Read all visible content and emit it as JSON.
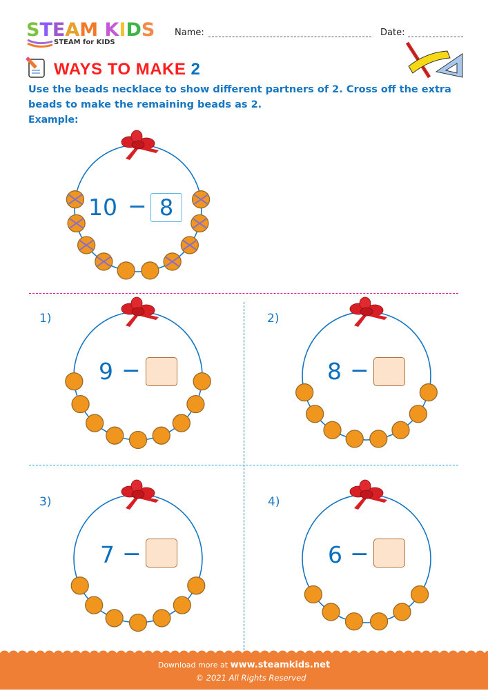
{
  "header": {
    "logo": {
      "letters": [
        {
          "ch": "S",
          "color": "#7dc242"
        },
        {
          "ch": "T",
          "color": "#8b5cf6"
        },
        {
          "ch": "E",
          "color": "#9b59d0"
        },
        {
          "ch": "A",
          "color": "#e8a02a"
        },
        {
          "ch": "M",
          "color": "#f07a2a"
        },
        {
          "ch": " ",
          "color": "#fff"
        },
        {
          "ch": "K",
          "color": "#c45ad6"
        },
        {
          "ch": "I",
          "color": "#f2c230"
        },
        {
          "ch": "D",
          "color": "#3db54a"
        },
        {
          "ch": "S",
          "color": "#f5894a"
        }
      ],
      "text": "STEAM KIDS",
      "tagline": "STEAM for KIDS"
    },
    "name_label": "Name:",
    "date_label": "Date:",
    "decor_icon": "ruler-pencil-triangle-icon"
  },
  "title": {
    "icon": "pencil-paper-icon",
    "text": "WAYS TO MAKE",
    "number": "2",
    "text_color": "#ff1e1e",
    "number_color": "#0b6fbf"
  },
  "instructions": "Use the beads necklace to show different partners of 2. Cross off the extra beads to make the remaining beads as 2.",
  "example": {
    "label": "Example:",
    "total": "10",
    "minus": "−",
    "answer": "8",
    "beads": 10,
    "crossed": 8
  },
  "problems": [
    {
      "label": "1)",
      "total": "9",
      "minus": "−",
      "answer": "",
      "beads": 9
    },
    {
      "label": "2)",
      "total": "8",
      "minus": "−",
      "answer": "",
      "beads": 8
    },
    {
      "label": "3)",
      "total": "7",
      "minus": "−",
      "answer": "",
      "beads": 7
    },
    {
      "label": "4)",
      "total": "6",
      "minus": "−",
      "answer": "",
      "beads": 6
    }
  ],
  "colors": {
    "bead": "#f0961e",
    "bead_stroke": "#9a6a28",
    "cross": "#8a6fc8",
    "necklace": "#1676c2",
    "divider_pink": "#e61e8c",
    "divider_blue": "#29a6de",
    "footer": "#ef7f34"
  },
  "footer": {
    "download_prefix": "Download more at",
    "url": "www.steamkids.net",
    "copyright": "©  2021 All Rights Reserved"
  }
}
